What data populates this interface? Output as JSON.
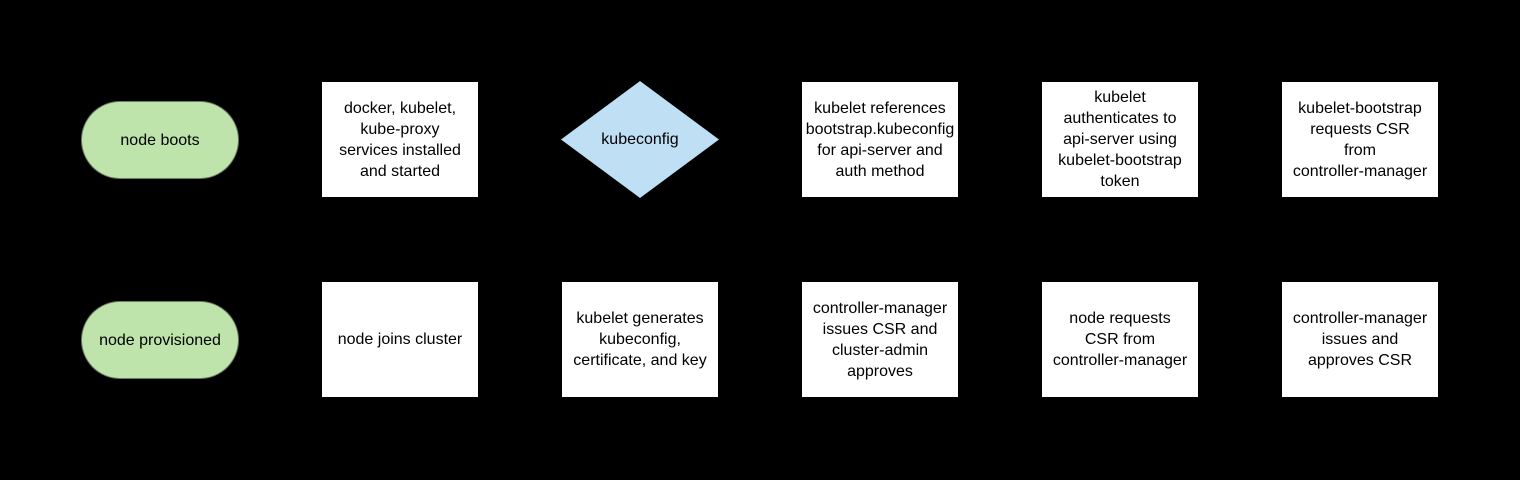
{
  "colors": {
    "background": "#000000",
    "process_fill": "#ffffff",
    "terminator_fill": "#bee3ab",
    "decision_fill": "#bedff4",
    "text": "#000000"
  },
  "flowchart": {
    "rows": [
      {
        "name": "node-bootstrap-top-row",
        "nodes": [
          {
            "id": "node-boots",
            "shape": "terminator",
            "label": "node boots"
          },
          {
            "id": "services-installed",
            "shape": "process",
            "label": "docker, kubelet,\nkube-proxy\nservices installed\nand started"
          },
          {
            "id": "kubeconfig-decision",
            "shape": "decision",
            "label": "kubeconfig"
          },
          {
            "id": "kubelet-references-bootstrap-kubeconfig",
            "shape": "process",
            "label": "kubelet references\nbootstrap.kubeconfig\nfor api-server and\nauth method"
          },
          {
            "id": "kubelet-authenticates",
            "shape": "process",
            "label": "kubelet\nauthenticates to\napi-server using\nkubelet-bootstrap\ntoken"
          },
          {
            "id": "kubelet-bootstrap-requests-csr",
            "shape": "process",
            "label": "kubelet-bootstrap\nrequests CSR\nfrom\ncontroller-manager"
          }
        ]
      },
      {
        "name": "node-bootstrap-bottom-row",
        "nodes": [
          {
            "id": "node-provisioned",
            "shape": "terminator",
            "label": "node provisioned"
          },
          {
            "id": "node-joins-cluster",
            "shape": "process",
            "label": "node joins cluster"
          },
          {
            "id": "kubelet-generates",
            "shape": "process",
            "label": "kubelet generates\nkubeconfig,\ncertificate, and key"
          },
          {
            "id": "cm-issues-csr-admin-approves",
            "shape": "process",
            "label": "controller-manager\nissues CSR and\ncluster-admin\napproves"
          },
          {
            "id": "node-requests-csr",
            "shape": "process",
            "label": "node requests\nCSR from\ncontroller-manager"
          },
          {
            "id": "cm-issues-and-approves-csr",
            "shape": "process",
            "label": "controller-manager\nissues and\napproves CSR"
          }
        ]
      }
    ]
  }
}
